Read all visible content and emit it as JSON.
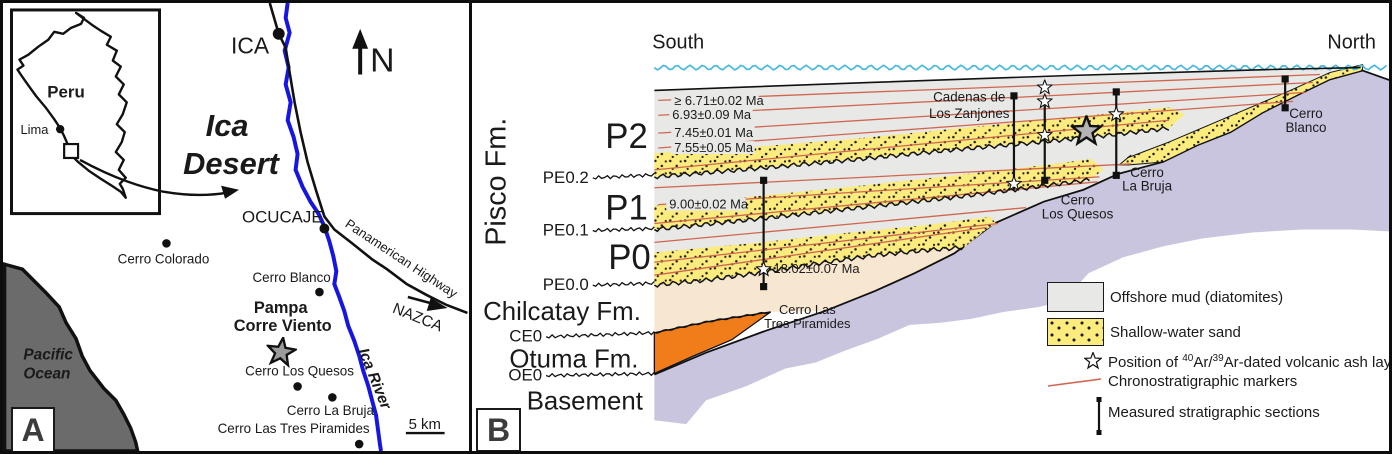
{
  "panel_a": {
    "badge": "A",
    "inset": {
      "country": "Peru",
      "city": "Lima"
    },
    "desert": {
      "line1": "Ica",
      "line2": "Desert"
    },
    "compass": "N",
    "ica_city": "ICA",
    "ocucaje": "OCUCAJE",
    "cerro_colorado": "Cerro Colorado",
    "cerro_blanco": "Cerro Blanco",
    "pampa": {
      "line1": "Pampa",
      "line2": "Corre Viento"
    },
    "cerro_los_quesos": "Cerro Los Quesos",
    "cerro_la_bruja": "Cerro La Bruja",
    "cerro_tres_piramides": "Cerro Las Tres Piramides",
    "ocean": {
      "line1": "Pacific",
      "line2": "Ocean"
    },
    "river": "Ica River",
    "highway": "Panamerican Highway",
    "nazca": "NAZCA",
    "scale": "5 km"
  },
  "panel_b": {
    "badge": "B",
    "south": "South",
    "north": "North",
    "pisco": "Pisco Fm.",
    "p2": "P2",
    "p1": "P1",
    "p0": "P0",
    "pe02": "PE0.2",
    "pe01": "PE0.1",
    "pe00": "PE0.0",
    "chilcatay": "Chilcatay Fm.",
    "ce0": "CE0",
    "otuma": "Otuma Fm.",
    "oe0": "OE0",
    "basement": "Basement",
    "ages": {
      "a1": "≥ 6.71±0.02 Ma",
      "a2": "6.93±0.09 Ma",
      "a3": "7.45±0.01 Ma",
      "a4": "7.55±0.05 Ma",
      "a5": "9.00±0.02 Ma",
      "a6": "18.02±0.07 Ma"
    },
    "cadenas": {
      "line1": "Cadenas de",
      "line2": "Los Zanjones"
    },
    "quesos": {
      "line1": "Cerro",
      "line2": "Los Quesos"
    },
    "bruja": {
      "line1": "Cerro",
      "line2": "La Bruja"
    },
    "blanco": {
      "line1": "Cerro",
      "line2": "Blanco"
    },
    "piramides": {
      "line1": "Cerro Las",
      "line2": "Tres Piramides"
    },
    "legend": {
      "offshore_mud": "Offshore mud (diatomites)",
      "sand": "Shallow-water sand",
      "ash_pre": "Position of ",
      "ash_sup1": "40",
      "ash_mid": "Ar/",
      "ash_sup2": "39",
      "ash_post": "Ar-dated volcanic ash layers",
      "chrono": "Chronostratigraphic markers",
      "sections": "Measured stratigraphic sections"
    },
    "colors": {
      "mud": "#e8e8e7",
      "sand": "#fceb7d",
      "chilcatay": "#f8e7d0",
      "otuma": "#f07d1a",
      "basement": "#c9c5df",
      "chrono": "#cf6750",
      "water": "#4ab9dc"
    }
  }
}
